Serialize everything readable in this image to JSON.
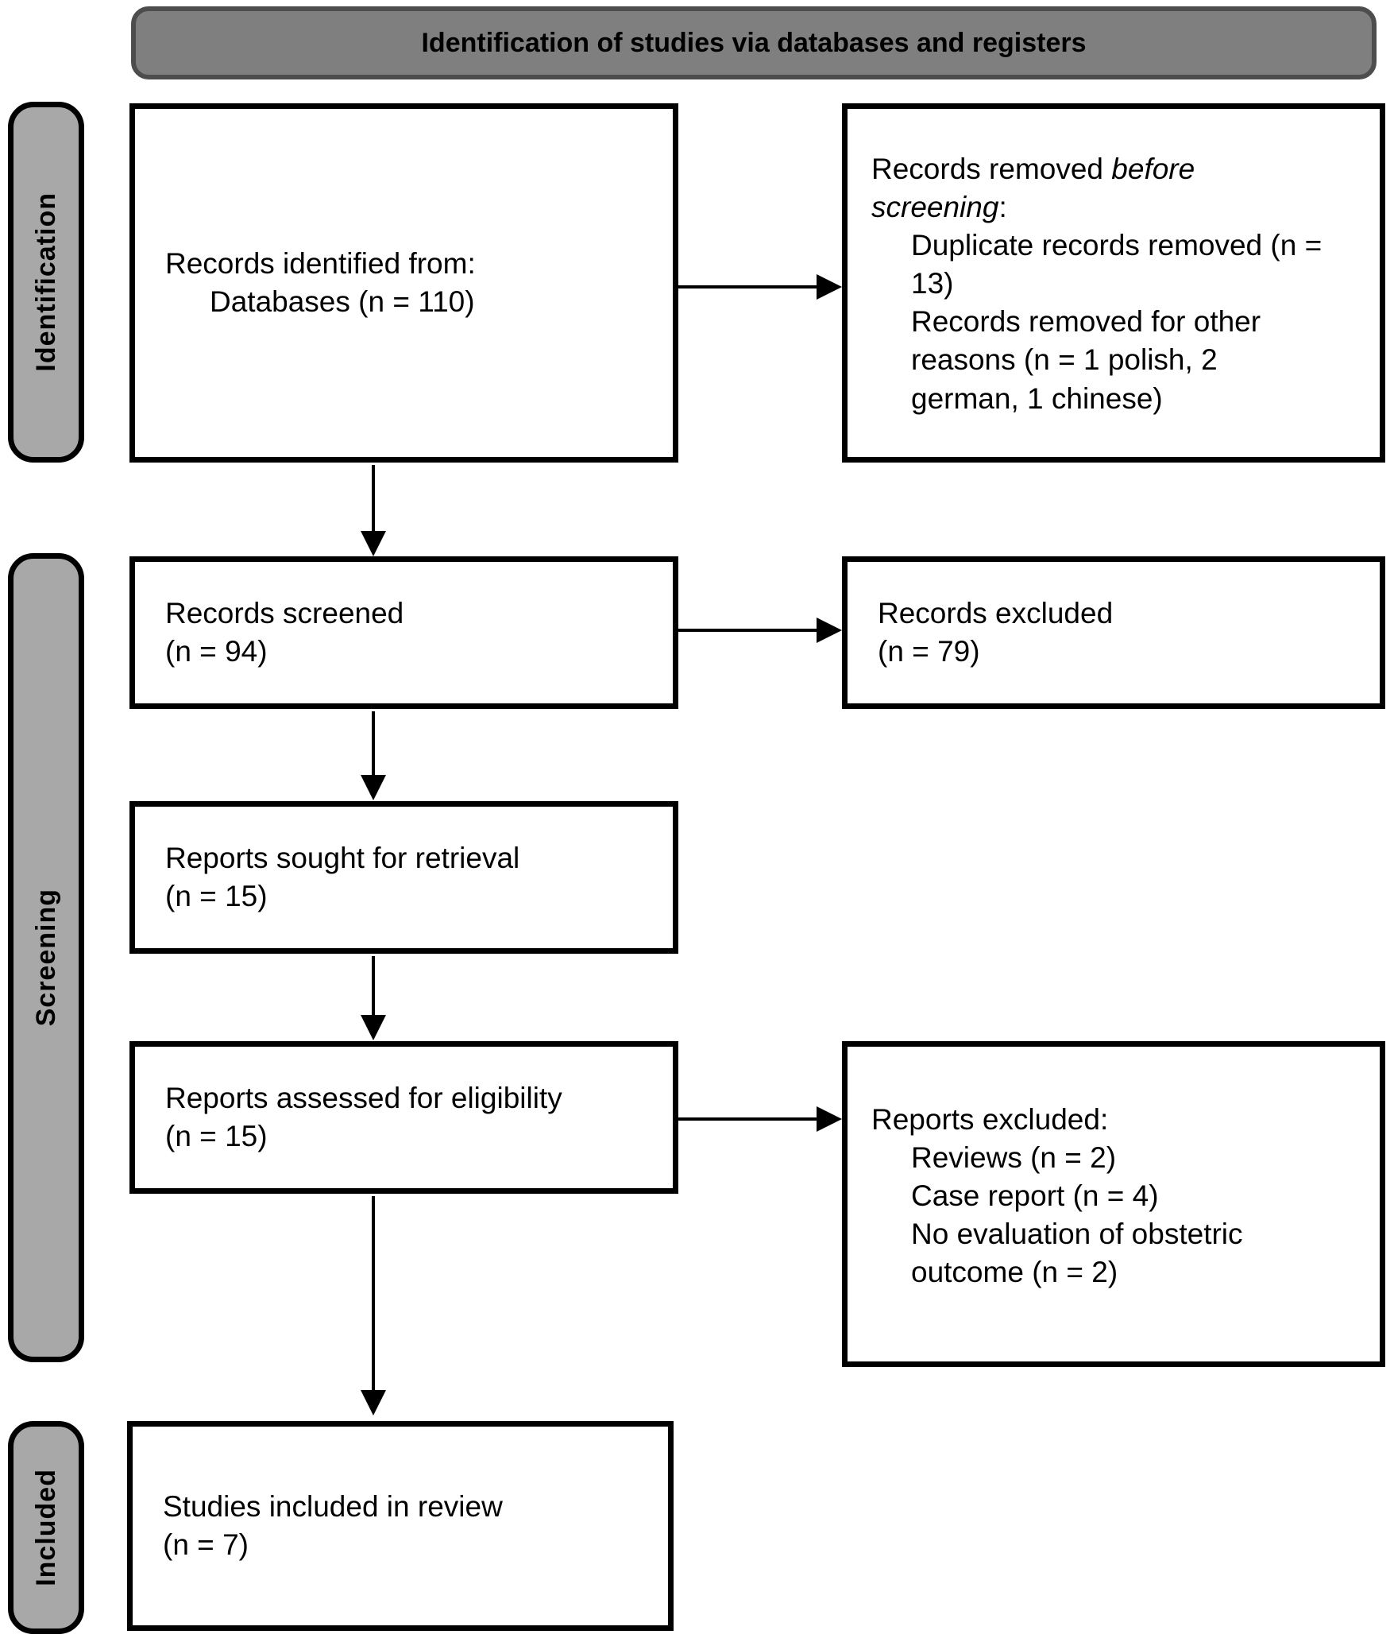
{
  "title": "Identification of studies via databases and registers",
  "stages": [
    {
      "label": "Identification"
    },
    {
      "label": "Screening"
    },
    {
      "label": "Included"
    }
  ],
  "boxes": {
    "identified": {
      "line1": "Records identified from:",
      "line2": "Databases (n = 110)"
    },
    "removed": {
      "intro_prefix": "Records removed ",
      "intro_italic": "before screening",
      "intro_suffix": ":",
      "items": [
        "Duplicate records removed (n = 13)",
        "Records removed for other reasons (n = 1 polish, 2 german, 1 chinese)"
      ]
    },
    "screened": {
      "line1": "Records screened",
      "line2": "(n = 94)"
    },
    "records_excluded": {
      "line1": "Records excluded",
      "line2": "(n = 79)"
    },
    "sought": {
      "line1": "Reports sought for retrieval",
      "line2": "(n = 15)"
    },
    "assessed": {
      "line1": "Reports assessed for eligibility",
      "line2": "(n = 15)"
    },
    "reports_excluded": {
      "intro": "Reports excluded:",
      "items": [
        "Reviews (n = 2)",
        "Case report (n = 4)",
        "No evaluation of obstetric outcome (n = 2)"
      ]
    },
    "included": {
      "line1": "Studies included in review",
      "line2": "(n = 7)"
    }
  },
  "colors": {
    "title_bar_fill": "#7f7f7f",
    "title_bar_border": "#4d4d4d",
    "stage_fill": "#a8a8a8",
    "box_border": "#000000",
    "arrow": "#000000"
  }
}
